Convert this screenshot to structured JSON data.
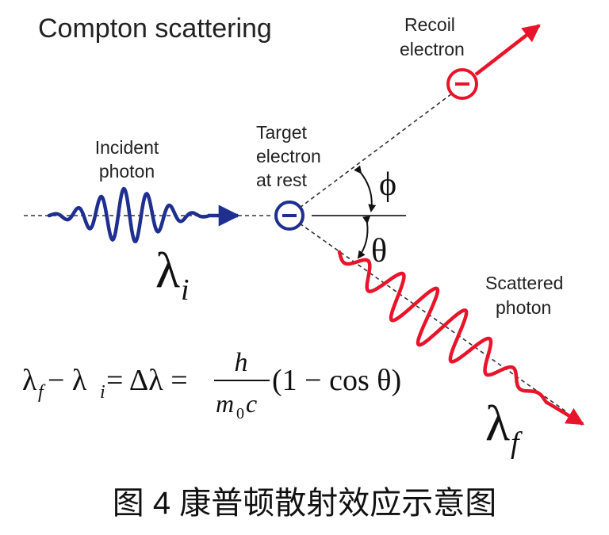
{
  "title": "Compton scattering",
  "labels": {
    "recoil_line1": "Recoil",
    "recoil_line2": "electron",
    "target_line1": "Target",
    "target_line2": "electron",
    "target_line3": "at rest",
    "incident_line1": "Incident",
    "incident_line2": "photon",
    "scattered_line1": "Scattered",
    "scattered_line2": "photon"
  },
  "symbols": {
    "lambda": "λ",
    "sub_i": "i",
    "sub_f": "f",
    "phi": "ϕ",
    "theta": "θ",
    "electron_charge": "−"
  },
  "formula": {
    "lhs": "λ",
    "sub_f": "f",
    "minus": " − λ",
    "sub_i": "i",
    "equals_delta": " = Δλ = ",
    "numerator": "h",
    "denominator_m": "m",
    "denominator_sub": "0",
    "denominator_c": "c",
    "paren": "(1 − cos θ)"
  },
  "caption": "图 4  康普顿散射效应示意图",
  "colors": {
    "incident_wave": "#1f2f8f",
    "scattered_wave": "#e8142a",
    "recoil": "#e8142a",
    "target_electron": "#1f2f8f",
    "text": "#111111"
  }
}
